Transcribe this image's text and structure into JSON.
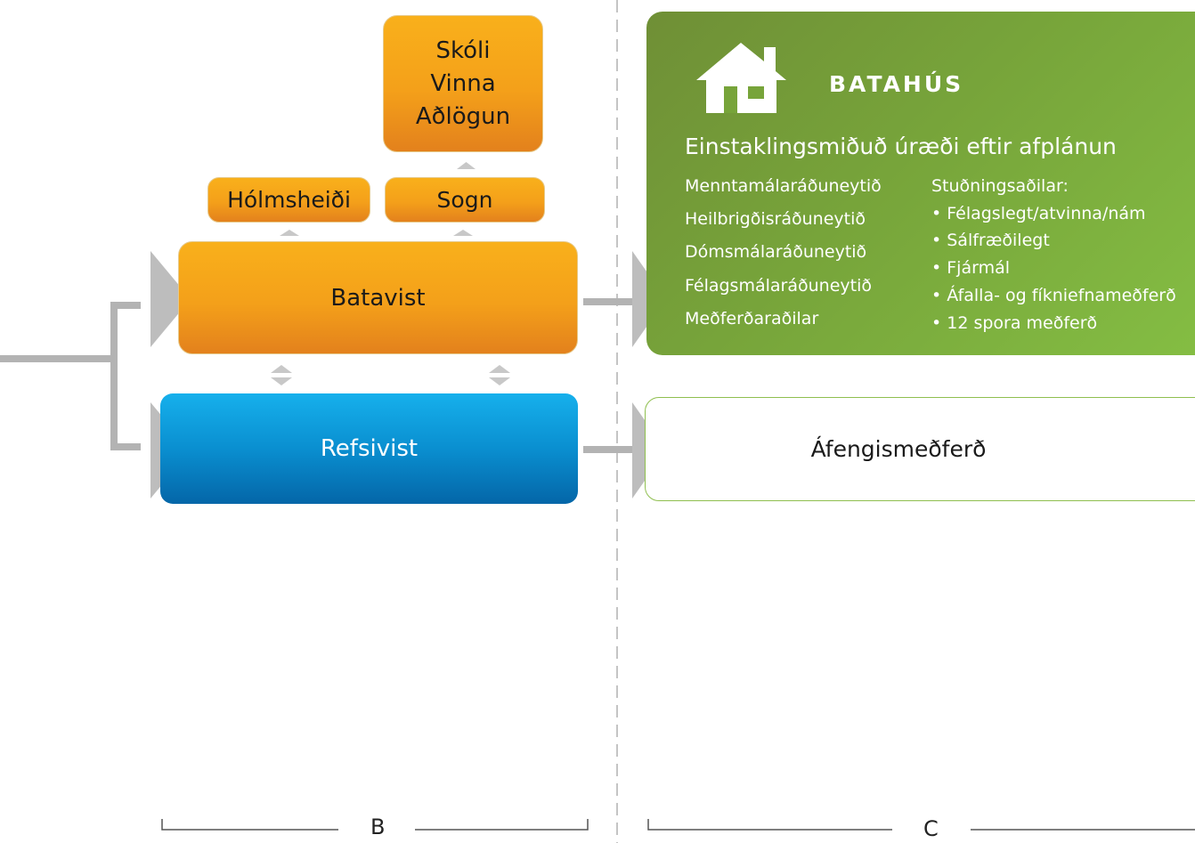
{
  "boxes": {
    "skoli": [
      "Skóli",
      "Vinna",
      "Aðlögun"
    ],
    "holmsheidi": "Hólmsheiði",
    "sogn": "Sogn",
    "batavist": "Batavist",
    "refsivist": "Refsivist",
    "afengismedferd": "Áfengismeðferð"
  },
  "batahus": {
    "title": "BATAHÚS",
    "subtitle": "Einstaklingsmiðuð úræði eftir afplánun",
    "ministries": [
      "Menntamálaráðuneytið",
      "Heilbrigðisráðuneytið",
      "Dómsmálaráðuneytið",
      "Félagsmálaráðuneytið",
      "Meðferðaraðilar"
    ],
    "support_heading": "Stuðningsaðilar:",
    "support_items": [
      "• Félagslegt/atvinna/nám",
      "• Sálfræðilegt",
      "• Fjármál",
      "• Áfalla- og fíkniefnameðferð",
      "• 12 spora meðferð"
    ]
  },
  "brackets": {
    "b": "B",
    "c": "C"
  },
  "colors": {
    "orange": "#f4a01a",
    "blue": "#0a8fd0",
    "green": "#77a43a",
    "arrow_gray": "#b3b3b3"
  }
}
